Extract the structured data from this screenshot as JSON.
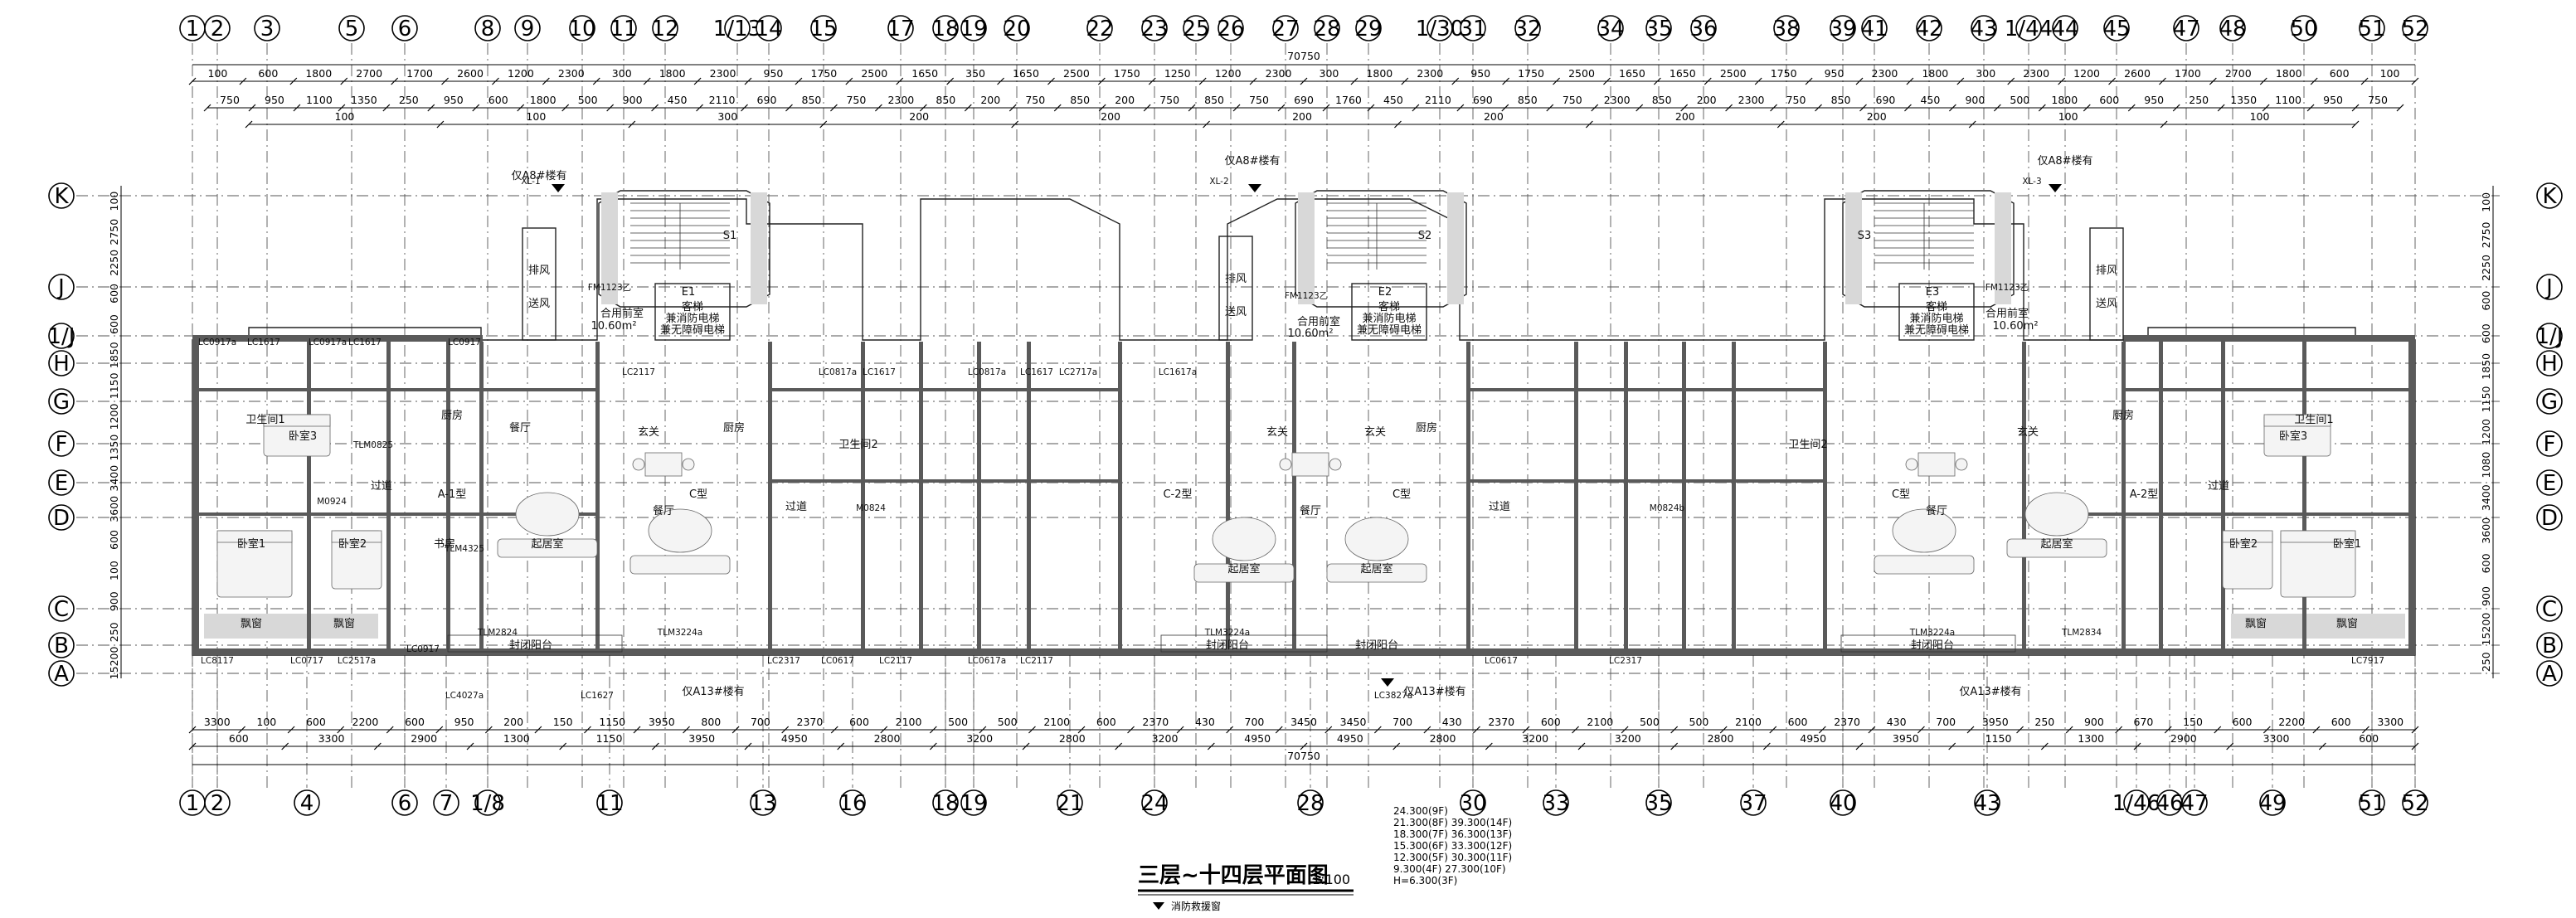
{
  "drawing": {
    "title": "三层~十四层平面图",
    "scale": "1:100",
    "legend_text": "消防救援窗",
    "elevations": [
      "24.300(9F)",
      "21.300(8F) 39.300(14F)",
      "18.300(7F) 36.300(13F)",
      "15.300(6F) 33.300(12F)",
      "12.300(5F) 30.300(11F)",
      "9.300(4F) 27.300(10F)",
      "H=6.300(3F)"
    ],
    "total_length": "70750"
  },
  "axes": {
    "top": [
      "1",
      "2",
      "3",
      "5",
      "6",
      "8",
      "9",
      "10",
      "11",
      "12",
      "1/13",
      "14",
      "15",
      "17",
      "18",
      "19",
      "20",
      "22",
      "23",
      "25",
      "26",
      "27",
      "28",
      "29",
      "1/30",
      "31",
      "32",
      "34",
      "35",
      "36",
      "38",
      "39",
      "41",
      "42",
      "43",
      "1/44",
      "44",
      "45",
      "47",
      "48",
      "50",
      "51",
      "52"
    ],
    "bottom": [
      "1",
      "2",
      "4",
      "6",
      "7",
      "1/8",
      "11",
      "13",
      "16",
      "18",
      "19",
      "21",
      "24",
      "28",
      "30",
      "33",
      "35",
      "37",
      "40",
      "43",
      "1/46",
      "46",
      "47",
      "49",
      "51",
      "52"
    ],
    "rows": [
      "K",
      "J",
      "1/J",
      "H",
      "G",
      "F",
      "E",
      "D",
      "C",
      "B",
      "A"
    ]
  },
  "dims": {
    "top_row1": [
      "100",
      "600",
      "1800",
      "2700",
      "1700",
      "2600",
      "1200",
      "2300",
      "300",
      "1800",
      "2300",
      "950",
      "1750",
      "2500",
      "1650",
      "350",
      "1650",
      "2500",
      "1750",
      "1250",
      "1200",
      "2300",
      "300",
      "1800",
      "2300",
      "950",
      "1750",
      "2500",
      "1650",
      "1650",
      "2500",
      "1750",
      "950",
      "2300",
      "1800",
      "300",
      "2300",
      "1200",
      "2600",
      "1700",
      "2700",
      "1800",
      "600",
      "100"
    ],
    "top_row2": [
      "750",
      "950",
      "1100",
      "1350",
      "250",
      "950",
      "600",
      "1800",
      "500",
      "900",
      "450",
      "2110",
      "690",
      "850",
      "750",
      "2300",
      "850",
      "200",
      "750",
      "850",
      "200",
      "750",
      "850",
      "750",
      "690",
      "1760",
      "450",
      "2110",
      "690",
      "850",
      "750",
      "2300",
      "850",
      "200",
      "2300",
      "750",
      "850",
      "690",
      "450",
      "900",
      "500",
      "1800",
      "600",
      "950",
      "250",
      "1350",
      "1100",
      "950",
      "750"
    ],
    "top_row3": [
      "100",
      "100",
      "300",
      "200",
      "200",
      "200",
      "200",
      "200",
      "200",
      "100",
      "100"
    ],
    "bottom_row1": [
      "3300",
      "100",
      "600",
      "2200",
      "600",
      "950",
      "200",
      "150",
      "1150",
      "3950",
      "800",
      "700",
      "2370",
      "600",
      "2100",
      "500",
      "500",
      "2100",
      "600",
      "2370",
      "430",
      "700",
      "3450",
      "3450",
      "700",
      "430",
      "2370",
      "600",
      "2100",
      "500",
      "500",
      "2100",
      "600",
      "2370",
      "430",
      "700",
      "3950",
      "250",
      "900",
      "670",
      "150",
      "600",
      "2200",
      "600",
      "3300"
    ],
    "bottom_row2": [
      "600",
      "3300",
      "2900",
      "1300",
      "1150",
      "3950",
      "4950",
      "2800",
      "3200",
      "2800",
      "3200",
      "4950",
      "4950",
      "2800",
      "3200",
      "3200",
      "2800",
      "4950",
      "3950",
      "1150",
      "1300",
      "2900",
      "3300",
      "600"
    ],
    "left": [
      "100",
      "2750",
      "2250",
      "600",
      "600",
      "1850",
      "1150",
      "1200",
      "1350",
      "3400",
      "3600",
      "600",
      "100",
      "900",
      "250",
      "15200"
    ],
    "right": [
      "100",
      "2750",
      "2250",
      "600",
      "600",
      "1850",
      "1150",
      "1200",
      "1080",
      "3400",
      "3600",
      "600",
      "900",
      "15200",
      "250"
    ]
  },
  "labels": {
    "rooms": [
      "卧室1",
      "卧室2",
      "卧室3",
      "卧室1",
      "卧室2",
      "卧室3",
      "书房",
      "起居室",
      "起居室",
      "起居室",
      "起居室",
      "餐厅",
      "餐厅",
      "餐厅",
      "餐厅",
      "厨房",
      "厨房",
      "厨房",
      "厨房",
      "卫生间1",
      "卫生间2",
      "卫生间1",
      "卫生间2",
      "玄关",
      "玄关",
      "玄关",
      "玄关",
      "过道",
      "过道",
      "过道",
      "过道",
      "飘窗",
      "飘窗",
      "飘窗",
      "飘窗",
      "封闭阳台",
      "封闭阳台",
      "封闭阳台",
      "封闭阳台",
      "合用前室",
      "合用前室",
      "合用前室",
      "排风",
      "排风",
      "排风",
      "送风",
      "送风",
      "送风"
    ],
    "lift_lobby": [
      "客梯",
      "兼消防电梯",
      "兼无障碍电梯",
      "10.60m²"
    ],
    "notes": [
      "仅A8#楼有",
      "仅A13#楼有",
      "仅A8#楼有",
      "仅A13#楼有",
      "仅A8#楼有",
      "仅A13#楼有"
    ],
    "units": [
      "A-1型",
      "C型",
      "C-2型",
      "C型",
      "C型",
      "A-2型"
    ],
    "stairs": [
      "S1",
      "S2",
      "S3"
    ],
    "lifts": [
      "E1",
      "E2",
      "E3"
    ],
    "windows": [
      "LC0917a",
      "LC1617",
      "LC0917a",
      "LC1617",
      "LC0917",
      "LC2117",
      "LC0817a",
      "LC1617",
      "LC0817a",
      "LC1617",
      "LC2717a",
      "LC1617a",
      "FM1123乙",
      "FM1123乙",
      "FM1123乙",
      "LC8117",
      "LC0717",
      "LC2517a",
      "LC0917",
      "LC4027a",
      "LC1627",
      "LC2317",
      "LC0617",
      "LC2117",
      "LC0617a",
      "LC2117",
      "LC0617",
      "LC2317",
      "LC3827a",
      "TLM2824",
      "TLM3224a",
      "TLM3224a",
      "TLM3224a",
      "TLM2834",
      "M0824",
      "M0924",
      "M0824b",
      "TLM0825",
      "TLM4325",
      "LC7917",
      "XL-1",
      "XL-2",
      "XL-3"
    ]
  },
  "colors": {
    "ink": "#000000",
    "wall": "#5a5a5a",
    "hatch": "#d8d8d8",
    "background": "#ffffff"
  }
}
